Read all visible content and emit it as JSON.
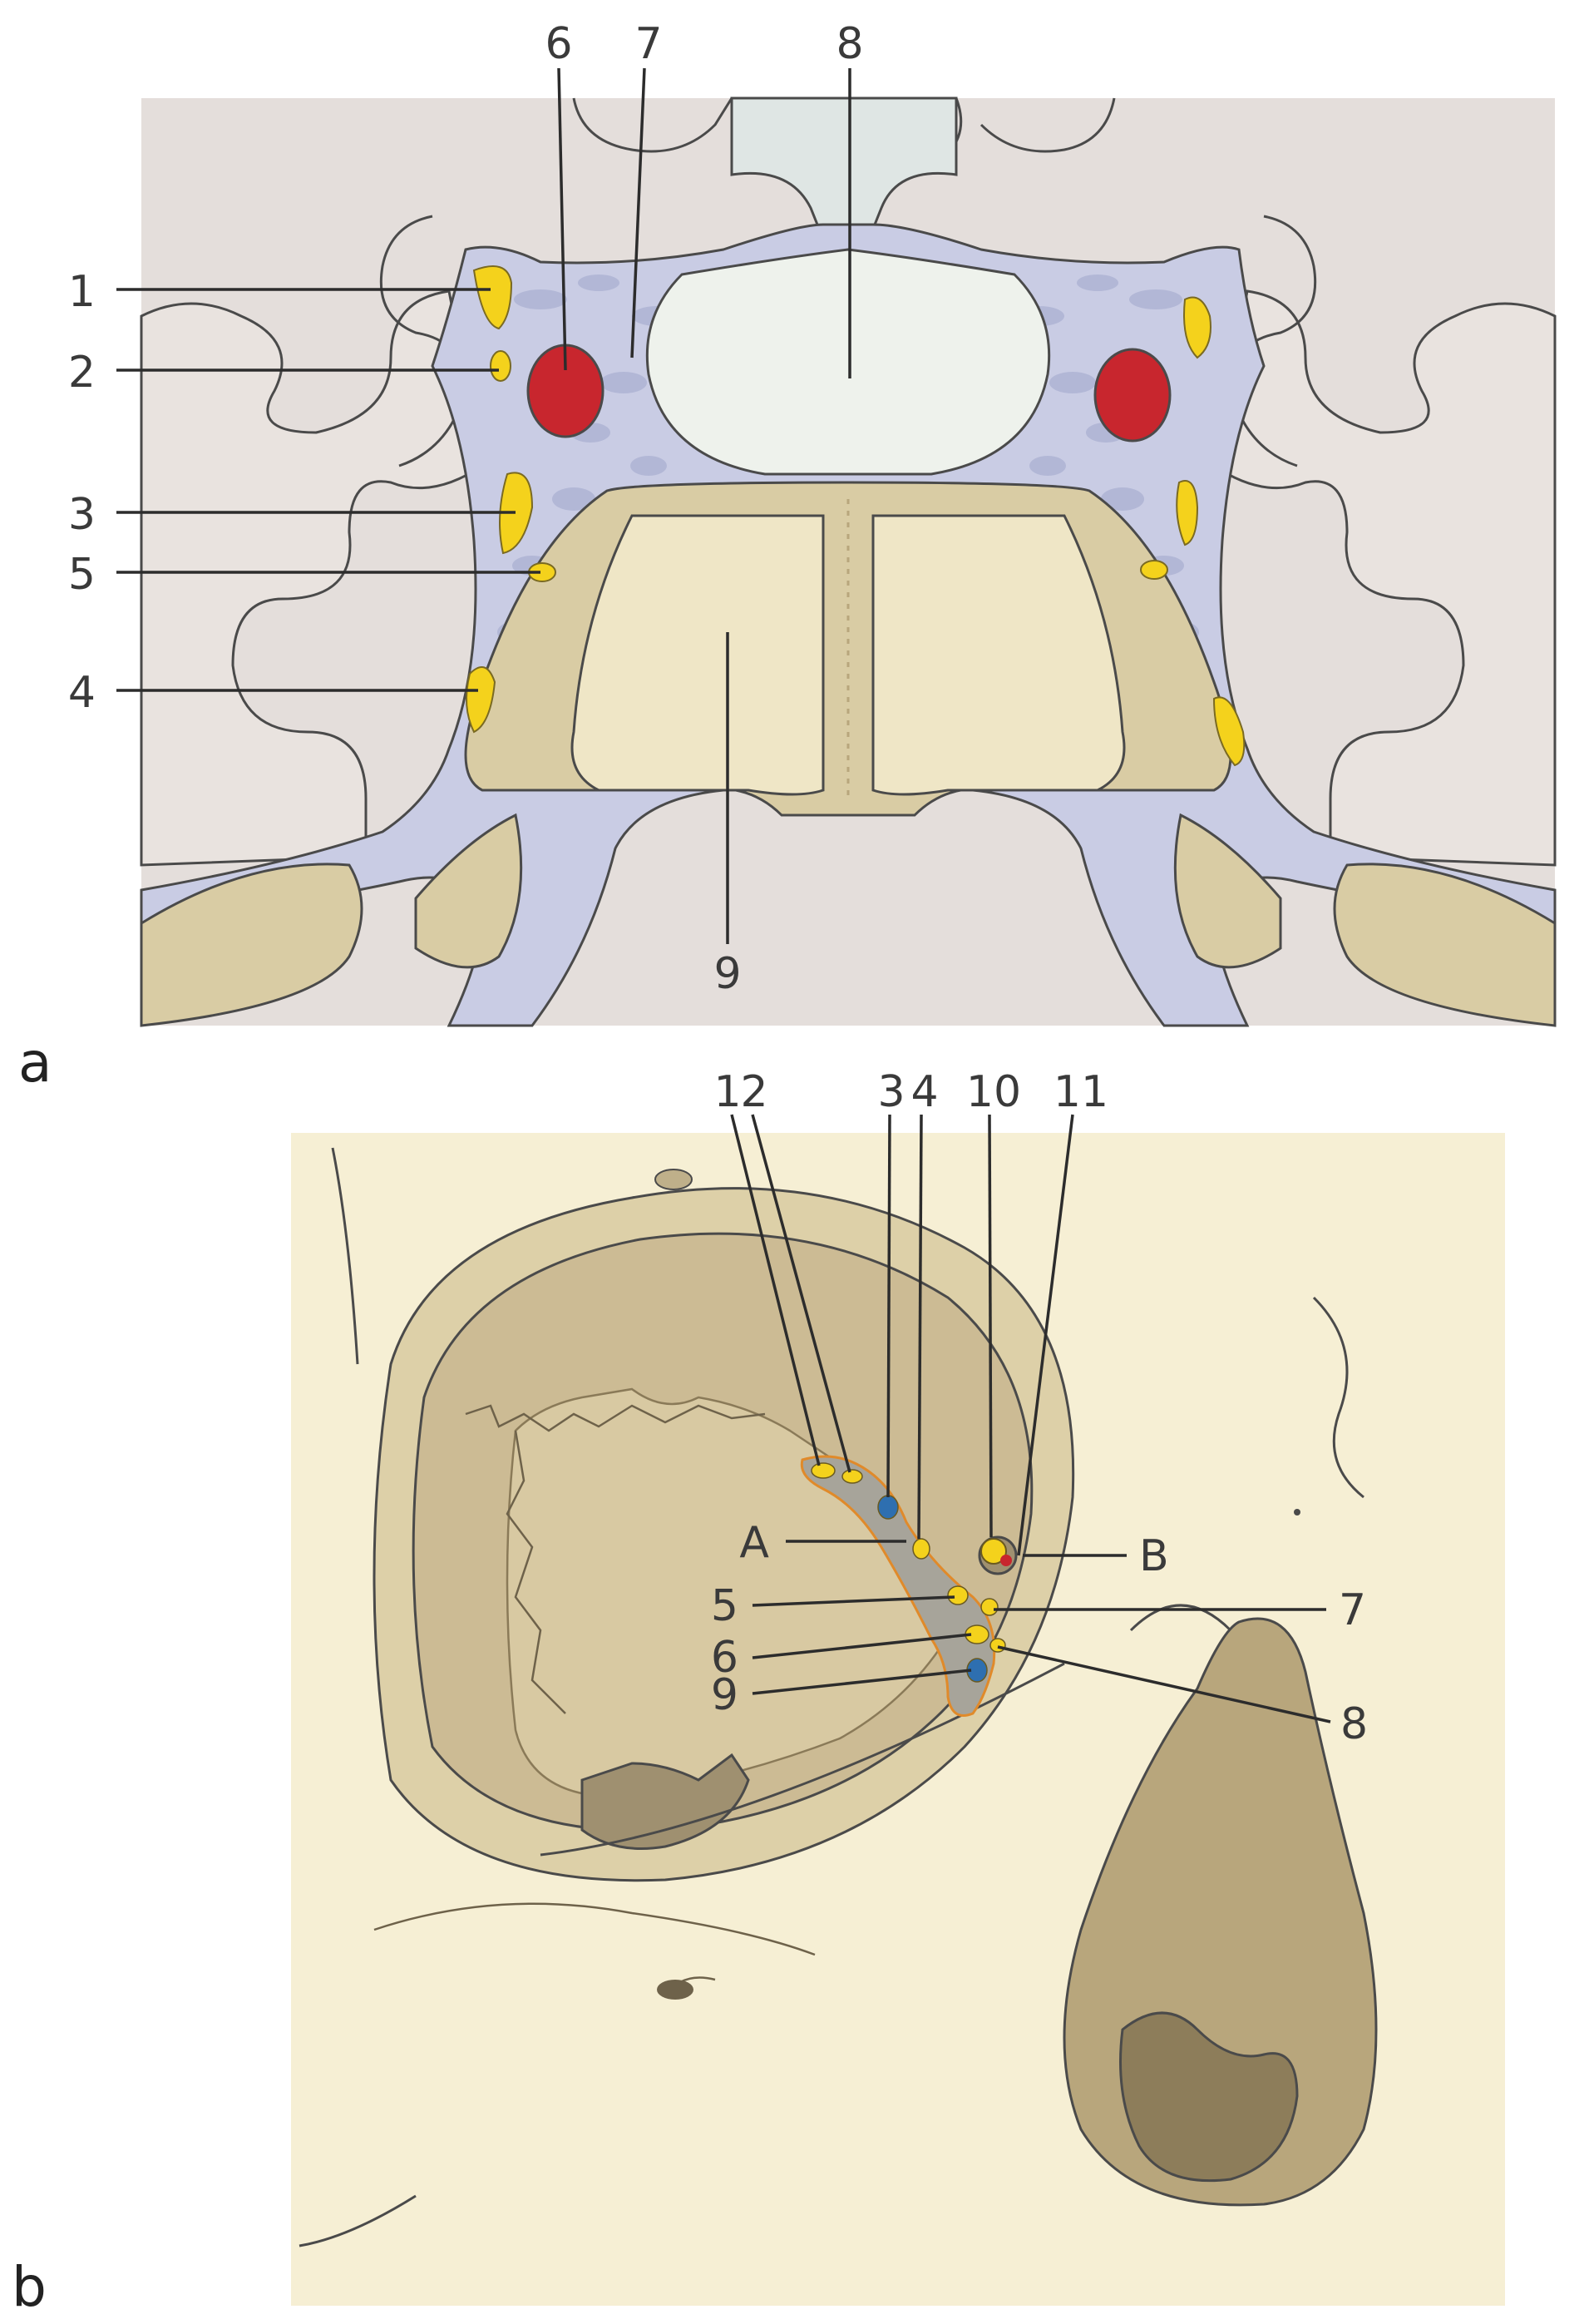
{
  "panels": {
    "a": "a",
    "b": "b"
  },
  "panel_a": {
    "labels": [
      "1",
      "2",
      "3",
      "5",
      "4",
      "6",
      "7",
      "8",
      "9"
    ]
  },
  "panel_b": {
    "labels": [
      "1",
      "2",
      "3",
      "4",
      "10",
      "11",
      "A",
      "B",
      "5",
      "6",
      "9",
      "7",
      "8"
    ]
  },
  "colors": {
    "background_a": "#e4dedb",
    "sinus": "#c9cce4",
    "nerve": "#f4d21c",
    "artery": "#c8262e",
    "gland": "#d9cca4",
    "gland_inner": "#efe6c6",
    "chiasm": "#eef2ec",
    "bone_b": "#f6efd4",
    "orbit": "#ccbb94",
    "orbit_dark": "#b8a67c"
  }
}
